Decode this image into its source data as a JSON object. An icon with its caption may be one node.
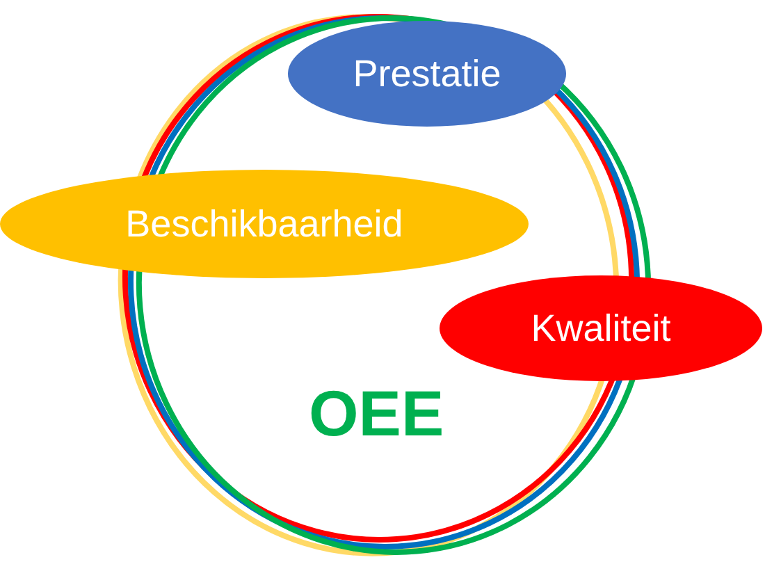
{
  "diagram": {
    "nodes": [
      {
        "text": [
          "Prestatie"
        ]
      },
      {
        "text": [
          "Beschikbaarheid"
        ]
      },
      {
        "text": [
          "Kwaliteit"
        ]
      }
    ],
    "labels": [
      "OEE"
    ]
  }
}
